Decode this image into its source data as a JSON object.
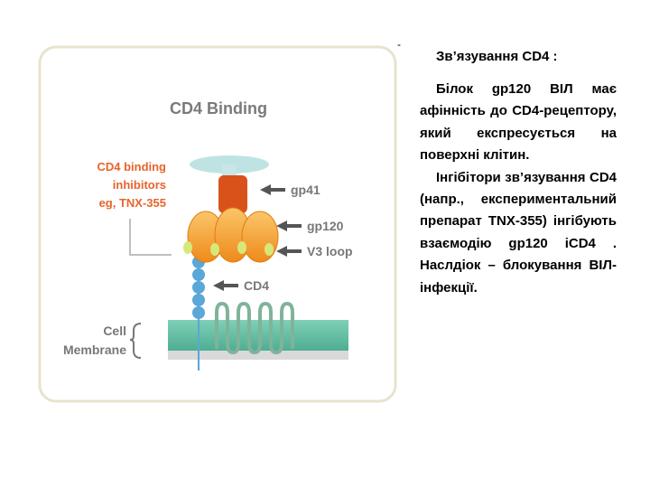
{
  "figure": {
    "title": "CD4 Binding",
    "inhibitor_label": [
      "CD4 binding",
      "inhibitors",
      "eg, TNX-355"
    ],
    "labels": {
      "gp41": "gp41",
      "gp120": "gp120",
      "v3loop": "V3 loop",
      "cd4": "CD4",
      "cell_membrane": [
        "Cell",
        "Membrane"
      ]
    },
    "colors": {
      "frame": "#e8e3cc",
      "gp41": "#d9521c",
      "gp120": "#f5a02a",
      "v3": "#d6e87a",
      "cd4": "#5aa7d8",
      "cd4_top": "#bfe3e3",
      "membrane": "#6cc3a8",
      "receptor": "#7fb39a",
      "label_orange": "#e8632a",
      "label_gray": "#777777"
    }
  },
  "text": {
    "heading": "Зв’язування CD4 :",
    "paragraph1": "Білок gp120 ВІЛ має афінність до CD4-рецептору, який експресується на поверхні клітин.",
    "paragraph2": "Інгібітори зв’язування CD4 (напр., експериментальний препарат TNX-355) інгібують взаємодію gp120 іCD4 . Наслдіок – блокування ВІЛ-інфекції."
  },
  "decor": {
    "dash": "-"
  }
}
